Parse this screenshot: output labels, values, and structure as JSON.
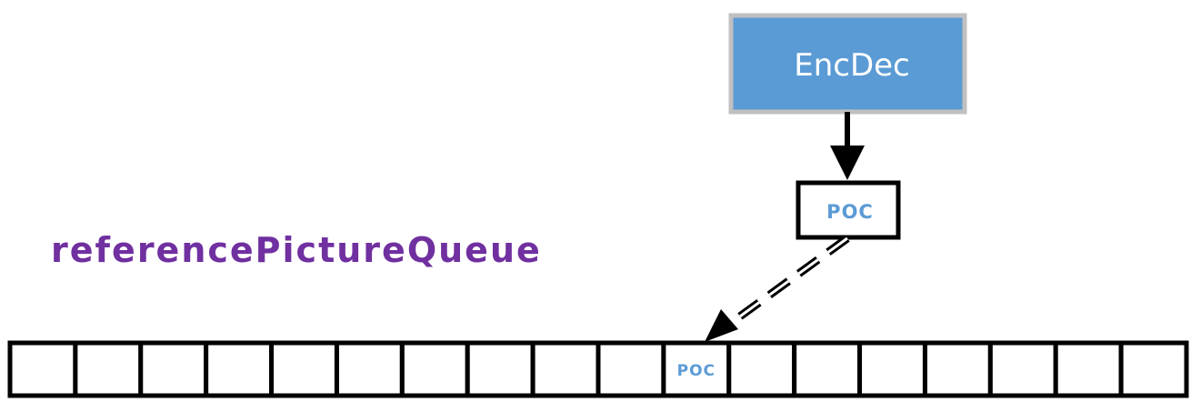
{
  "encoder": {
    "label": "EncDec"
  },
  "poc_box": {
    "label": "POC"
  },
  "queue": {
    "title": "referencePictureQueue",
    "slot_count": 18,
    "highlighted_slot": 10,
    "slot_label": "POC"
  },
  "colors": {
    "encoder_fill": "#5b9bd5",
    "encoder_border": "#c0c0c0",
    "poc_text": "#5b9bd5",
    "title_text": "#7030a0",
    "stroke": "#000000"
  }
}
